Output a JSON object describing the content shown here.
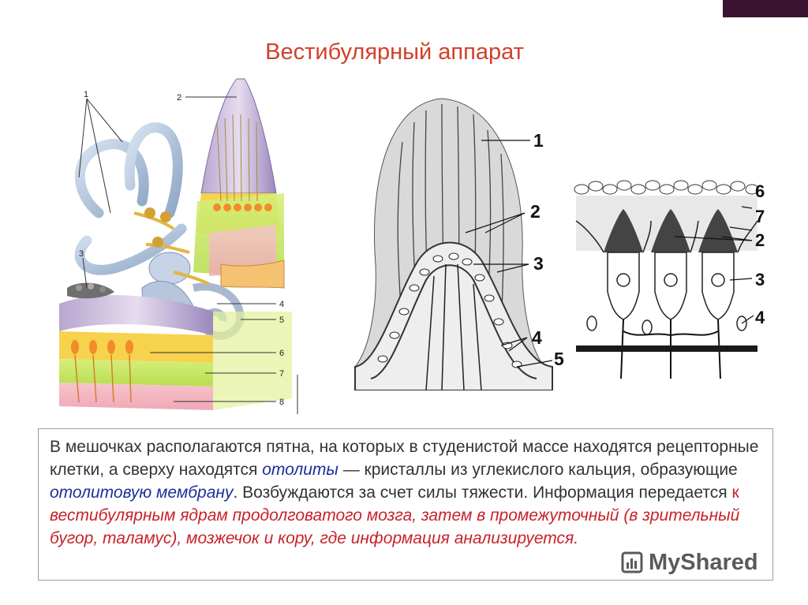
{
  "title": "Вестибулярный аппарат",
  "figure_left": {
    "labels": [
      "1",
      "2",
      "3",
      "4",
      "5",
      "6",
      "7",
      "8"
    ]
  },
  "figure_middle": {
    "labels": [
      "1",
      "2",
      "3",
      "4",
      "5"
    ]
  },
  "figure_right": {
    "labels": [
      "6",
      "7",
      "2",
      "3",
      "4"
    ]
  },
  "text": {
    "s1": "В мешочках располагаются пятна, на которых в студенистой массе находятся рецепторные клетки, а сверху находятся ",
    "s2": "отолиты",
    "s3": " — кристаллы из углекислого кальция, образующие ",
    "s4": "отолитовую мембрану",
    "s5": ". Возбуждаются за счет силы тяжести. Информация передается ",
    "s6": "к вестибулярным ядрам продолговатого мозга, затем в промежуточный (в зрительный бугор, таламус), мозжечок и кору, где информация анализируется.",
    "s6_first": "к ",
    "s6_rest": "вестибулярным ядрам продолговатого мозга, затем в промежуточный (в зрительный бугор, таламус), мозжечок и кору, где информация анализируется."
  },
  "watermark": {
    "text": "MyShared",
    "icon": "myshared-logo-icon"
  },
  "colors": {
    "title": "#d2402a",
    "corner_bar": "#3a1330",
    "highlight_blue": "#1c2f9a",
    "highlight_red": "#c8222a",
    "box_border": "#8aa1b5"
  }
}
